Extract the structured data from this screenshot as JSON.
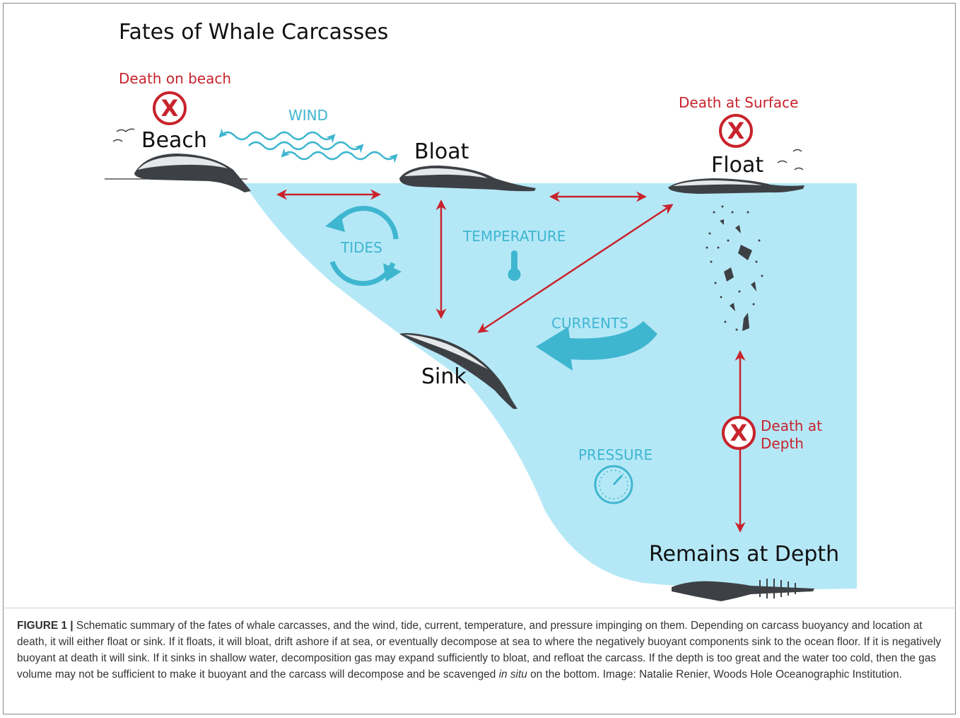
{
  "title": "Fates of Whale Carcasses",
  "colors": {
    "water": "#b5e8f7",
    "accent_blue": "#3fb6d0",
    "accent_red": "#c8232c",
    "whale": "#3d4145",
    "text": "#111111"
  },
  "labels": {
    "death_on_beach": "Death on beach",
    "beach": "Beach",
    "wind": "WIND",
    "bloat": "Bloat",
    "death_at_surface": "Death at Surface",
    "float": "Float",
    "tides": "TIDES",
    "temperature": "TEMPERATURE",
    "currents": "CURRENTS",
    "sink": "Sink",
    "pressure": "PRESSURE",
    "death_at_depth_line1": "Death at",
    "death_at_depth_line2": "Depth",
    "remains_at_depth": "Remains at Depth"
  },
  "icons": {
    "death_mark": "x-circle-icon",
    "thermometer": "thermometer-icon",
    "pressure_gauge": "gauge-icon",
    "birds": "bird-icon"
  },
  "caption": {
    "label": "FIGURE 1 |",
    "text_before_italic": " Schematic summary of the fates of whale carcasses, and the wind, tide, current, temperature, and pressure impinging on them. Depending on carcass buoyancy and location at death, it will either float or sink. If it floats, it will bloat, drift ashore if at sea, or eventually decompose at sea to where the negatively buoyant components sink to the ocean floor. If it is negatively buoyant at death it will sink. If it sinks in shallow water, decomposition gas may expand sufficiently to bloat, and refloat the carcass. If the depth is too great and the water too cold, then the gas volume may not be sufficient to make it buoyant and the carcass will decompose and be scavenged ",
    "italic": "in situ",
    "text_after_italic": " on the bottom. Image: Natalie Renier, Woods Hole Oceanographic Institution."
  }
}
